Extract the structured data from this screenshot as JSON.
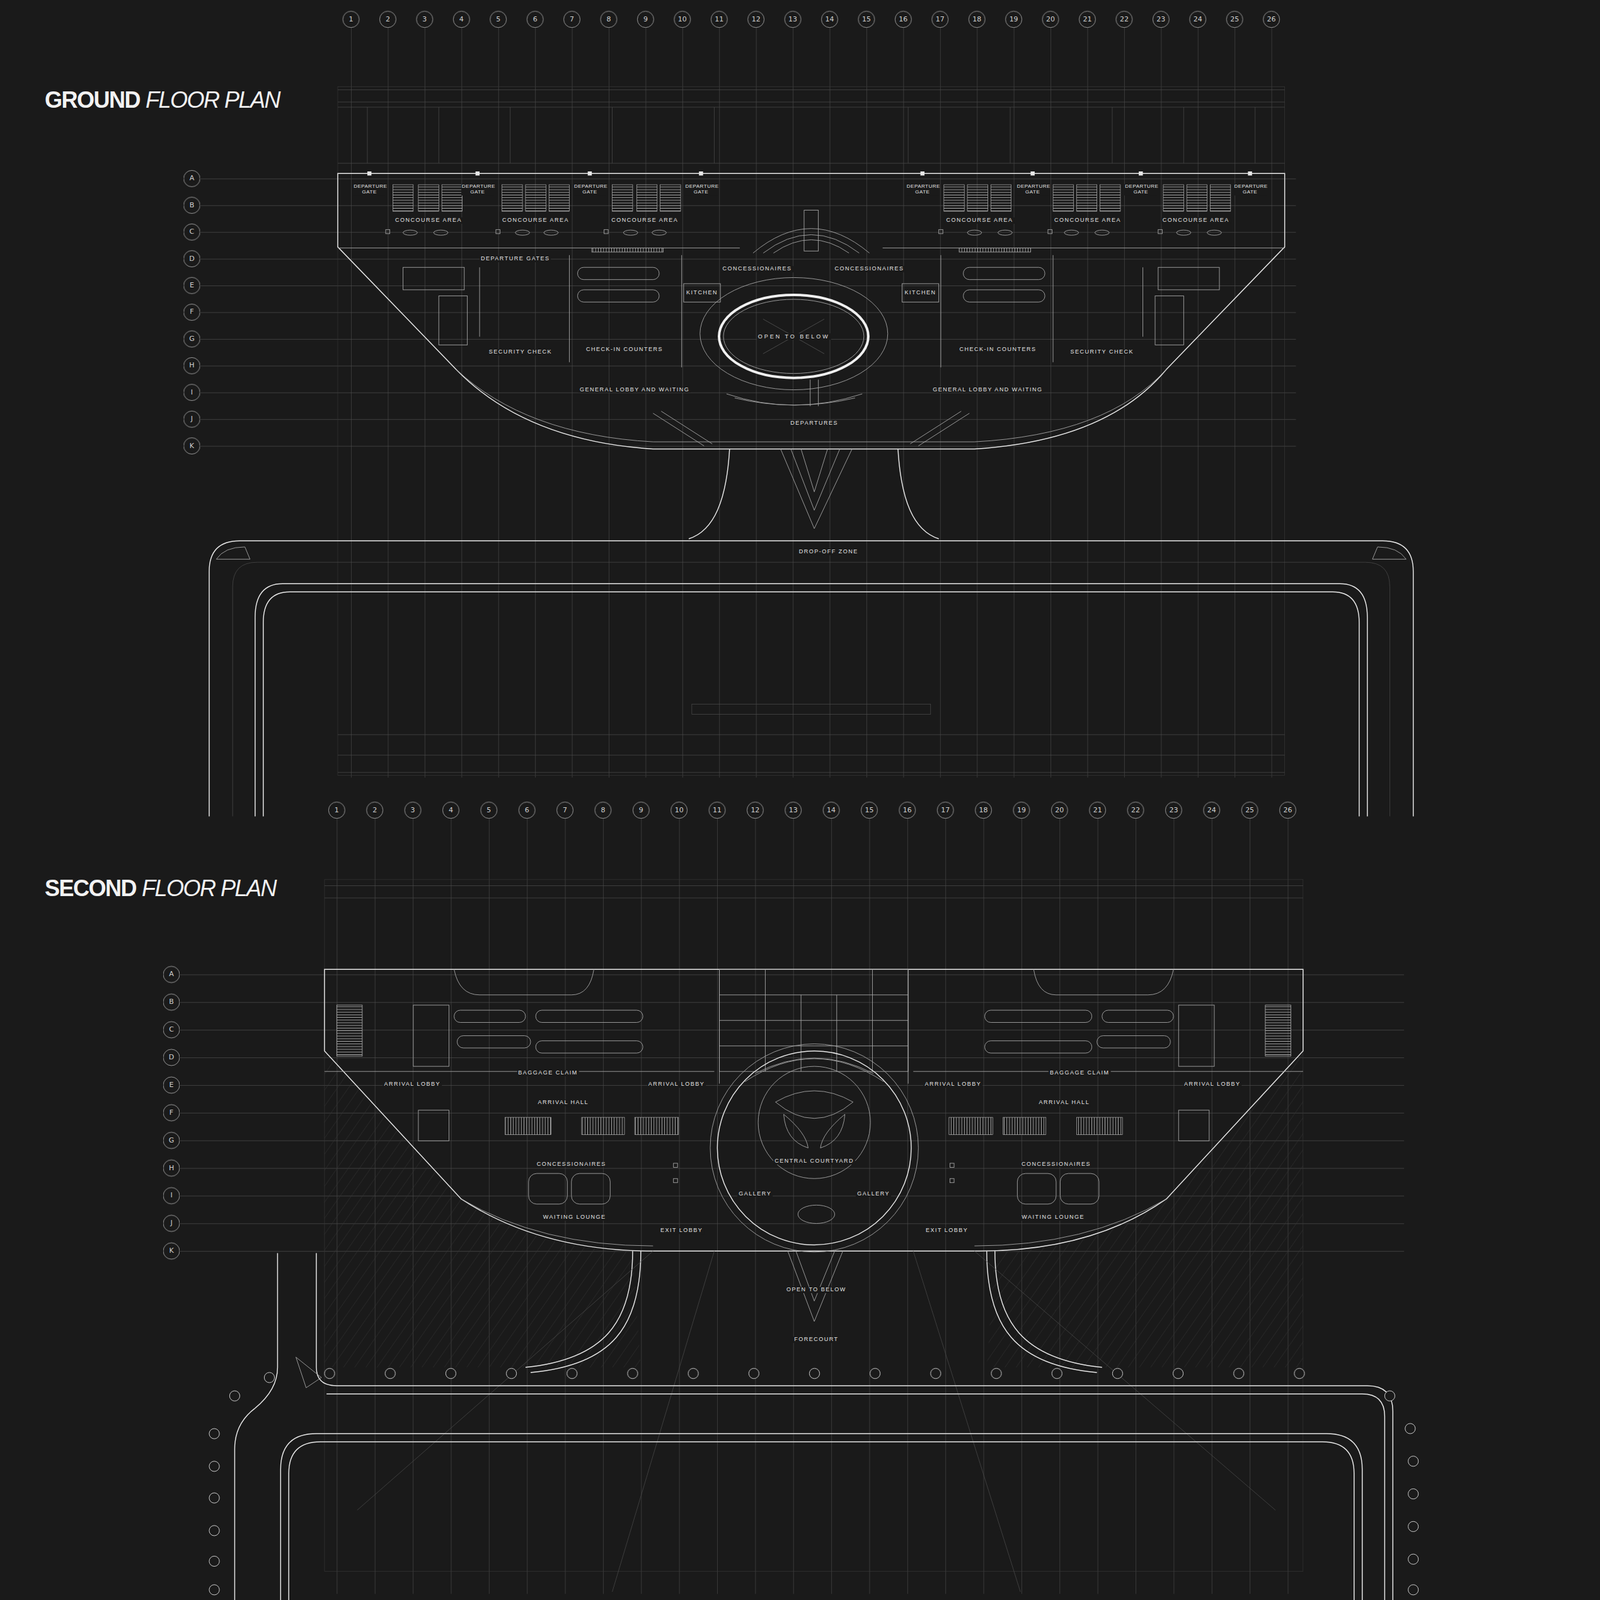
{
  "diagram": {
    "nodes": [
      {
        "text": [
          "OPEN TO BELOW"
        ]
      }
    ],
    "labels": [
      "GROUND",
      "FLOOR PLAN",
      "SECOND",
      "FLOOR PLAN",
      "1",
      "2",
      "3",
      "4",
      "5",
      "6",
      "7",
      "8",
      "9",
      "10",
      "11",
      "12",
      "13",
      "14",
      "15",
      "16",
      "17",
      "18",
      "19",
      "20",
      "21",
      "22",
      "23",
      "24",
      "25",
      "26",
      "A",
      "B",
      "C",
      "D",
      "E",
      "F",
      "G",
      "H",
      "I",
      "J",
      "K",
      "1",
      "2",
      "3",
      "4",
      "5",
      "6",
      "7",
      "8",
      "9",
      "10",
      "11",
      "12",
      "13",
      "14",
      "15",
      "16",
      "17",
      "18",
      "19",
      "20",
      "21",
      "22",
      "23",
      "24",
      "25",
      "26",
      "A",
      "B",
      "C",
      "D",
      "E",
      "F",
      "G",
      "H",
      "I",
      "J",
      "K",
      "DEPARTURE GATE",
      "DEPARTURE GATE",
      "DEPARTURE GATE",
      "DEPARTURE GATE",
      "DEPARTURE GATE",
      "DEPARTURE GATE",
      "DEPARTURE GATE",
      "DEPARTURE GATE",
      "CONCOURSE AREA",
      "CONCOURSE AREA",
      "CONCOURSE AREA",
      "CONCOURSE AREA",
      "CONCOURSE AREA",
      "CONCOURSE AREA",
      "DEPARTURE GATES",
      "CONCESSIONAIRES",
      "CONCESSIONAIRES",
      "KITCHEN",
      "KITCHEN",
      "SECURITY CHECK",
      "SECURITY CHECK",
      "CHECK-IN COUNTERS",
      "CHECK-IN COUNTERS",
      "GENERAL LOBBY AND WAITING",
      "GENERAL LOBBY AND WAITING",
      "DEPARTURES",
      "DROP-OFF ZONE",
      "ARRIVAL LOBBY",
      "ARRIVAL LOBBY",
      "ARRIVAL LOBBY",
      "ARRIVAL LOBBY",
      "BAGGAGE CLAIM",
      "BAGGAGE CLAIM",
      "ARRIVAL HALL",
      "ARRIVAL HALL",
      "CONCESSIONAIRES",
      "CONCESSIONAIRES",
      "CENTRAL COURTYARD",
      "GALLERY",
      "GALLERY",
      "WAITING LOUNGE",
      "WAITING LOUNGE",
      "EXIT LOBBY",
      "EXIT LOBBY",
      "OPEN TO BELOW",
      "FORECOURT"
    ]
  }
}
